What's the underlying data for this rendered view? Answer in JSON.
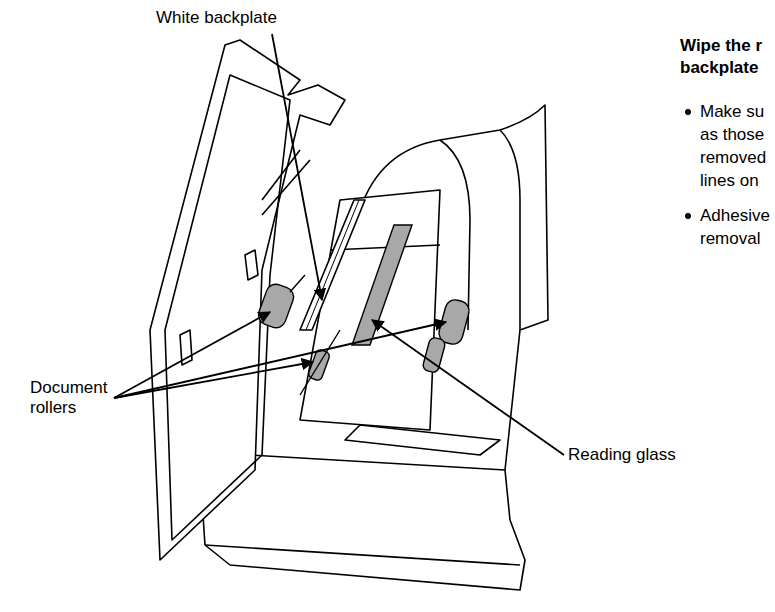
{
  "diagram": {
    "labels": [
      "White backplate",
      "Document rollers",
      "Reading glass",
      "Wipe the r",
      "backplate",
      "Make su",
      "as those",
      "removed",
      "lines on",
      "Adhesive",
      "removal"
    ]
  }
}
